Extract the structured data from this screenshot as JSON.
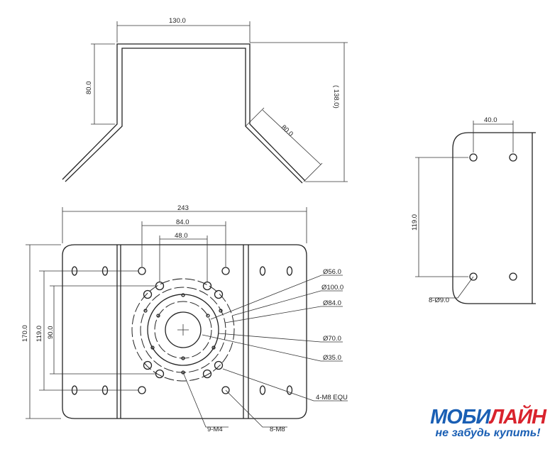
{
  "top_view": {
    "width": "130.0",
    "height": "80.0",
    "slant": "80.0",
    "total": "( 138.0)"
  },
  "plate": {
    "width": "243",
    "d84": "84.0",
    "d48": "48.0",
    "h170": "170.0",
    "h119": "119.0",
    "h90": "90.0",
    "callouts": [
      "Ø56.0",
      "Ø100.0",
      "Ø84.0",
      "Ø70.0",
      "Ø35.0",
      "4-M8 EQU"
    ],
    "bottom": [
      "9-M4",
      "8-M8"
    ]
  },
  "side_view": {
    "width": "40.0",
    "height": "119.0",
    "holes": "8-Ø9.0"
  },
  "logo": {
    "brand_blue": "МОБИ",
    "brand_red": "ЛАЙН",
    "slogan": "не забудь купить!"
  }
}
